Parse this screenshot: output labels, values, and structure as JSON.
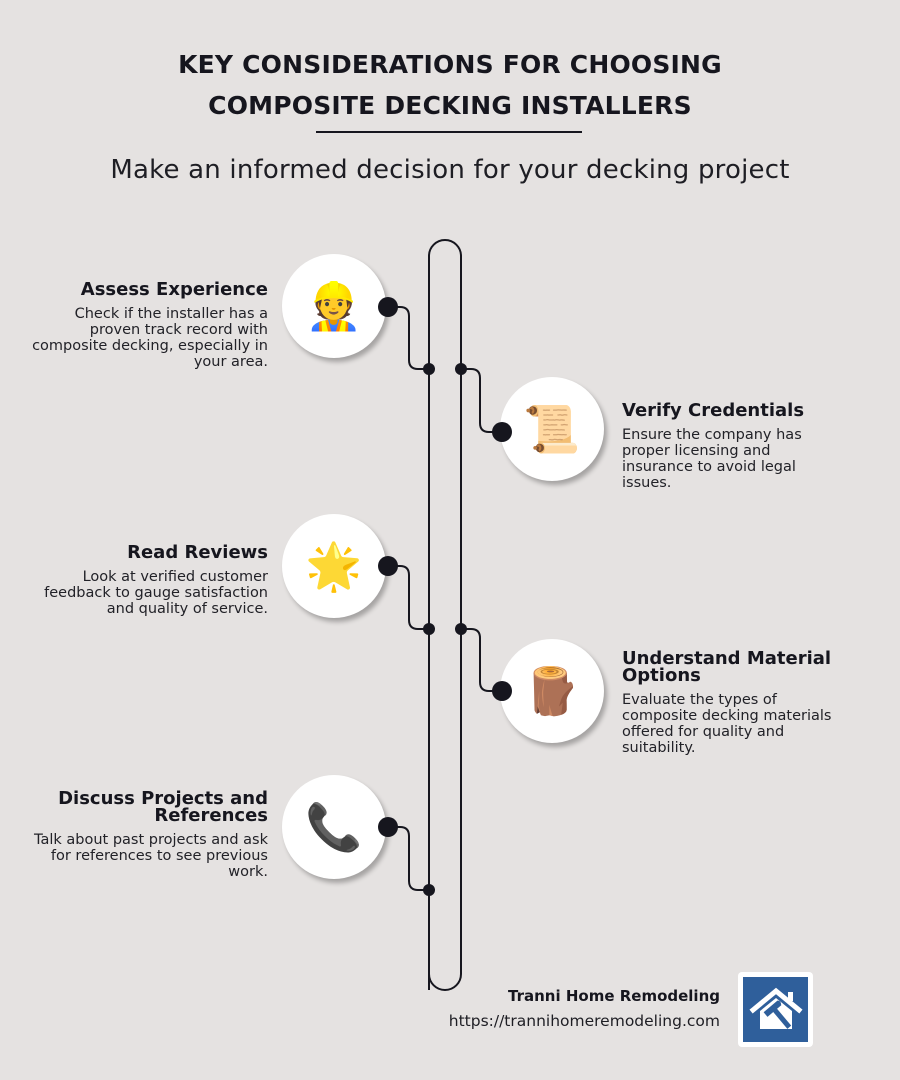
{
  "header": {
    "title_line1": "KEY CONSIDERATIONS FOR CHOOSING",
    "title_line2": "COMPOSITE DECKING INSTALLERS",
    "subtitle": "Make an informed decision for your decking project"
  },
  "items": [
    {
      "side": "left",
      "title": "Assess Experience",
      "description": "Check if the installer has a proven track record with composite decking, especially in your area.",
      "icon": "construction-worker-icon",
      "glyph": "👷"
    },
    {
      "side": "right",
      "title": "Verify Credentials",
      "description": "Ensure the company has proper licensing and insurance to avoid legal issues.",
      "icon": "scroll-icon",
      "glyph": "📜"
    },
    {
      "side": "left",
      "title": "Read Reviews",
      "description": "Look at verified customer feedback to gauge satisfaction and quality of service.",
      "icon": "glowing-star-icon",
      "glyph": "🌟"
    },
    {
      "side": "right",
      "title": "Understand Material Options",
      "description": "Evaluate the types of composite decking materials offered for quality and suitability.",
      "icon": "wood-logs-icon",
      "glyph": "🪵"
    },
    {
      "side": "left",
      "title": "Discuss Projects and References",
      "description": "Talk about past projects and ask for references to see previous work.",
      "icon": "telephone-receiver-icon",
      "glyph": "📞"
    }
  ],
  "footer": {
    "company": "Tranni Home Remodeling",
    "url": "https://trannihomeremodeling.com",
    "logo_icon": "house-hammer-logo-icon"
  },
  "colors": {
    "background": "#e5e2e1",
    "text": "#16161e",
    "line": "#16161e",
    "logo_blue": "#2f5f9b",
    "circle": "#ffffff"
  }
}
